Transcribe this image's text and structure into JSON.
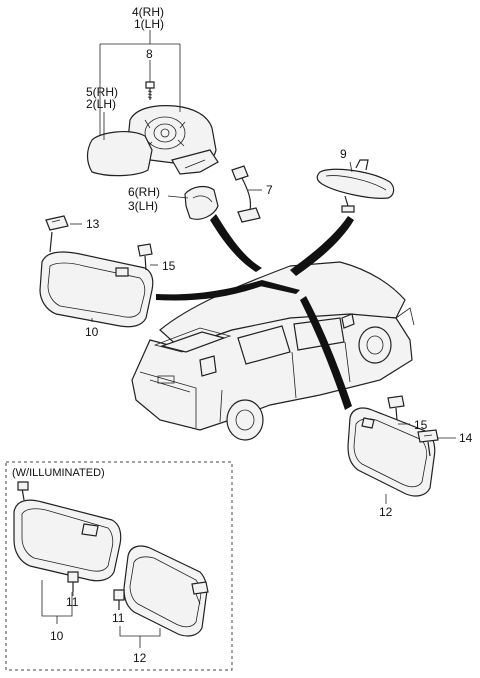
{
  "labels": {
    "p4": "4(RH)",
    "p1": "1(LH)",
    "p8": "8",
    "p5": "5(RH)",
    "p2": "2(LH)",
    "p9": "9",
    "p6": "6(RH)",
    "p3": "3(LH)",
    "p7": "7",
    "p13": "13",
    "p15a": "15",
    "p10a": "10",
    "p15b": "15",
    "p14": "14",
    "p12a": "12",
    "illuminated": "(W/ILLUMINATED)",
    "p11a": "11",
    "p11b": "11",
    "p10b": "10",
    "p12b": "12"
  }
}
